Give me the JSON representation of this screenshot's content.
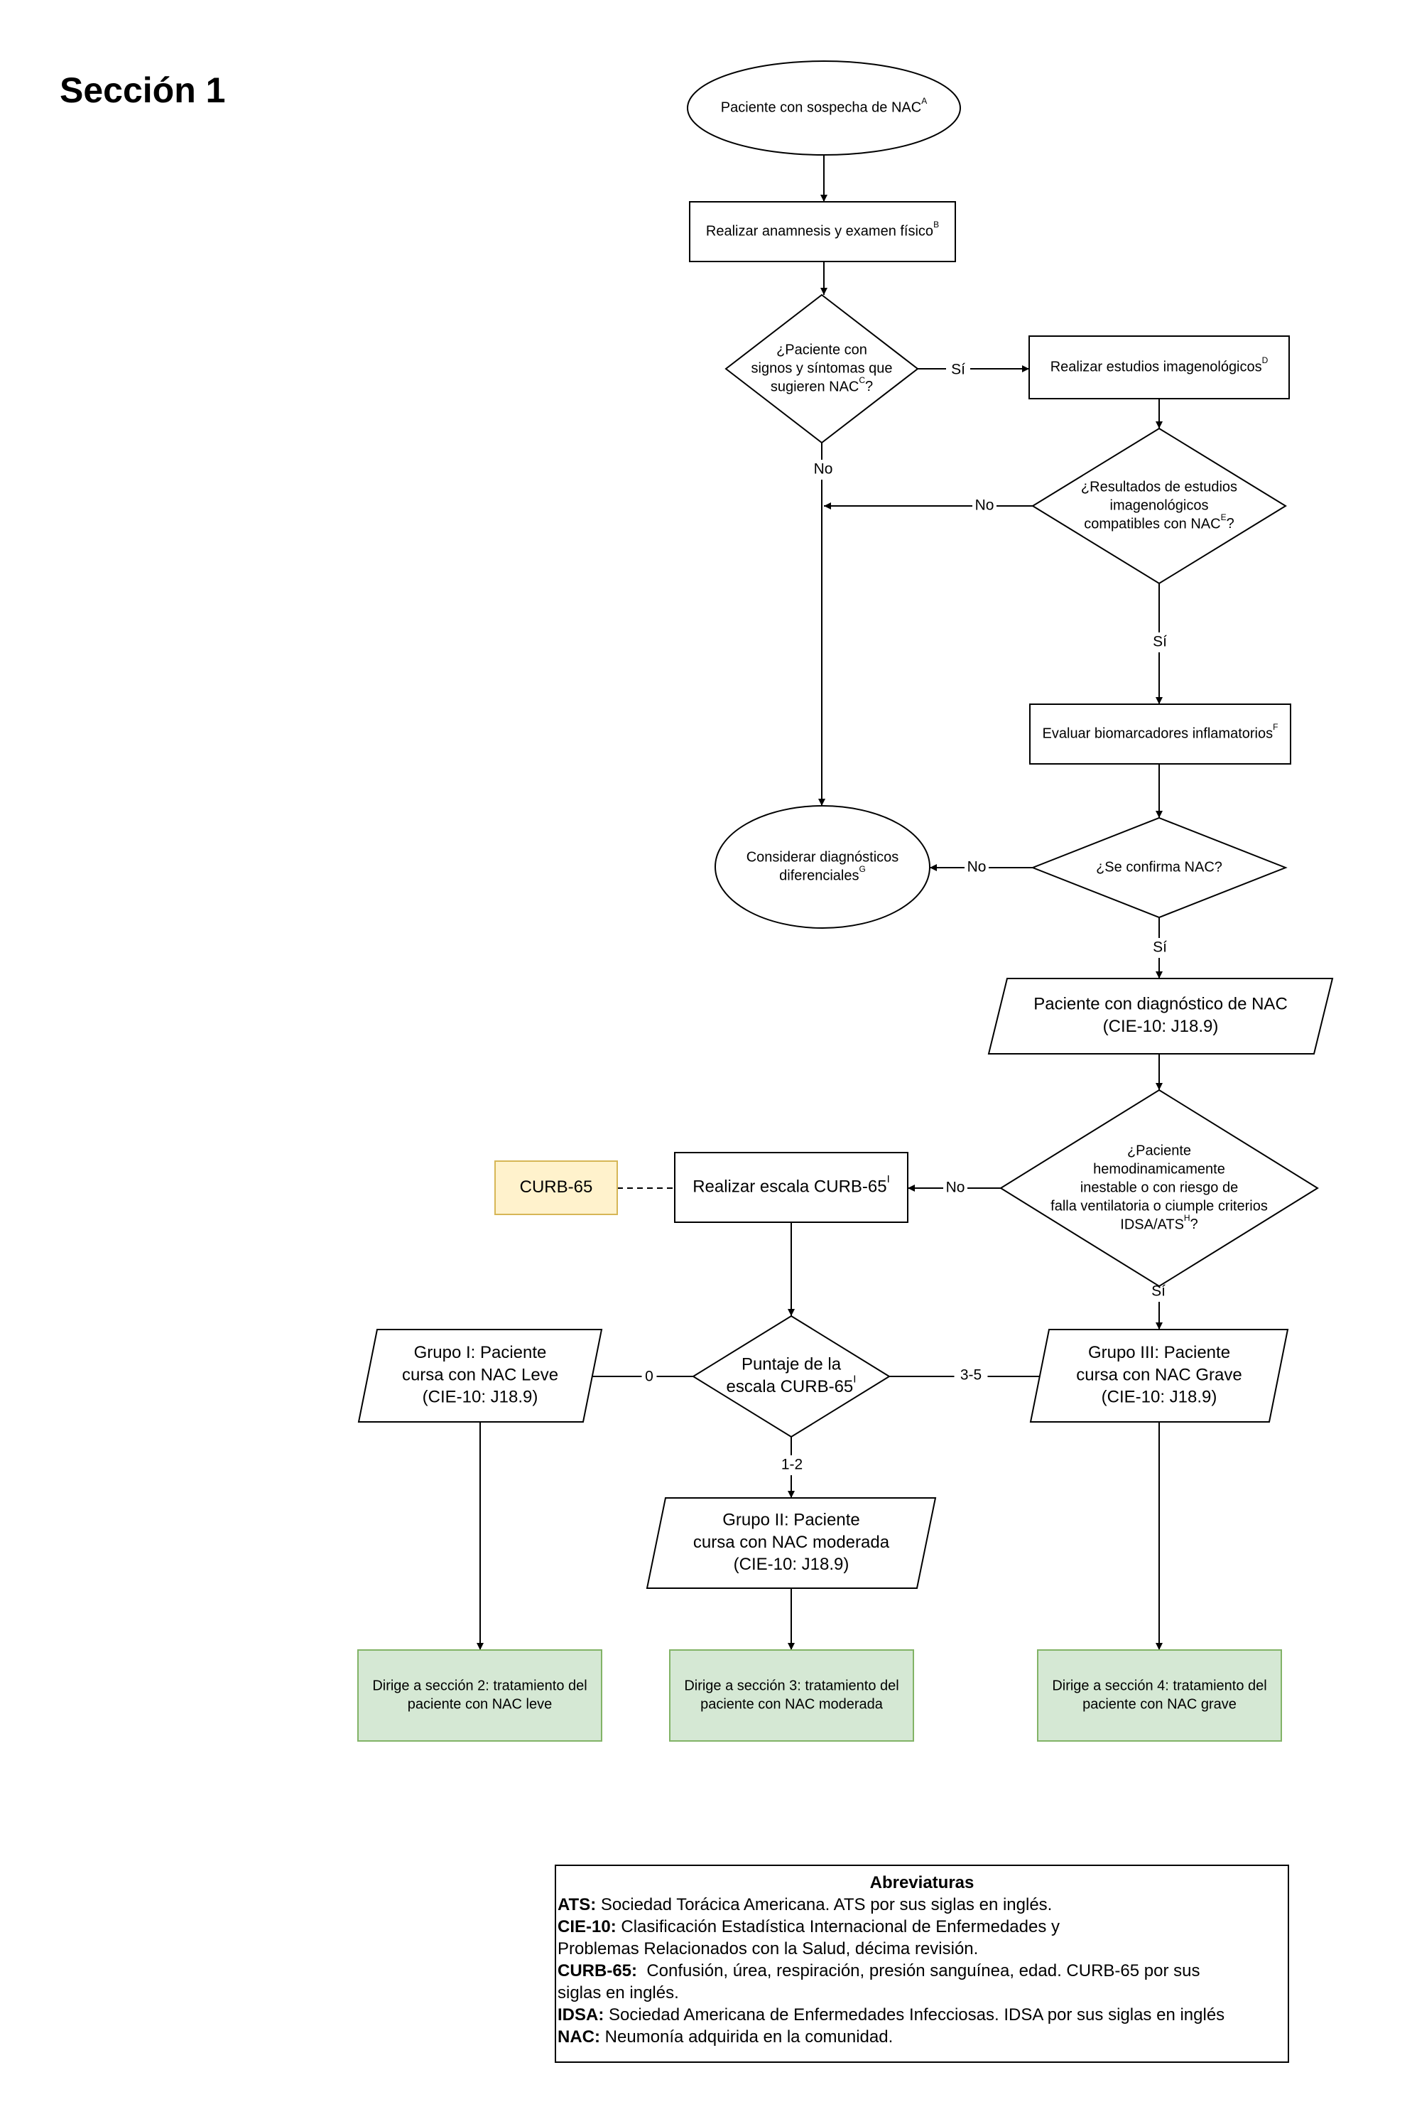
{
  "section_title": "Sección 1",
  "nodes": {
    "start": {
      "lines": [
        "Paciente con sospecha de NAC"
      ],
      "sup": "A"
    },
    "anamnesis": {
      "lines": [
        "Realizar anamnesis y examen físico"
      ],
      "sup": "B"
    },
    "signs_decision": {
      "lines": [
        "¿Paciente con",
        "signos y síntomas que",
        "sugieren NAC"
      ],
      "sup": "C",
      "suffix": "?"
    },
    "imaging": {
      "lines": [
        "Realizar estudios imagenológicos"
      ],
      "sup": "D"
    },
    "imaging_decision": {
      "lines": [
        "¿Resultados de estudios",
        "imagenológicos",
        "compatibles con NAC"
      ],
      "sup": "E",
      "suffix": "?"
    },
    "biomarkers": {
      "lines": [
        "Evaluar biomarcadores inflamatorios"
      ],
      "sup": "F"
    },
    "confirm_decision": {
      "lines": [
        "¿Se confirma NAC?"
      ]
    },
    "differential": {
      "lines": [
        "Considerar diagnósticos",
        "diferenciales"
      ],
      "sup": "G"
    },
    "diagnosis": {
      "lines": [
        "Paciente con diagnóstico de NAC",
        "(CIE-10: J18.9)"
      ]
    },
    "unstable_decision": {
      "lines": [
        "¿Paciente",
        "hemodinamicamente",
        "inestable o con riesgo de",
        "falla ventilatoria o ciumple criterios",
        "IDSA/ATS"
      ],
      "sup": "H",
      "suffix": "?"
    },
    "curb_scale": {
      "lines": [
        "Realizar escala CURB-65"
      ],
      "sup": "I"
    },
    "curb_ref": {
      "lines": [
        "CURB-65"
      ]
    },
    "score_decision": {
      "lines": [
        "Puntaje de la",
        "escala CURB-65"
      ],
      "sup": "I"
    },
    "group1": {
      "lines": [
        "Grupo I: Paciente",
        "cursa con NAC Leve",
        "(CIE-10: J18.9)"
      ]
    },
    "group2": {
      "lines": [
        "Grupo II: Paciente",
        "cursa con NAC moderada",
        "(CIE-10: J18.9)"
      ]
    },
    "group3": {
      "lines": [
        "Grupo III: Paciente",
        "cursa con NAC Grave",
        "(CIE-10: J18.9)"
      ]
    },
    "sec2": {
      "lines": [
        "Dirige a sección 2: tratamiento del",
        "paciente con NAC leve"
      ]
    },
    "sec3": {
      "lines": [
        "Dirige a sección 3: tratamiento del",
        "paciente con NAC moderada"
      ]
    },
    "sec4": {
      "lines": [
        "Dirige a sección 4: tratamiento del",
        "paciente con NAC grave"
      ]
    }
  },
  "edge_labels": {
    "si_imaging": "Sí",
    "no_signs": "No",
    "no_imaging": "No",
    "si_biomarkers": "Sí",
    "no_confirm": "No",
    "si_diagnosis": "Sí",
    "no_unstable": "No",
    "si_unstable": "Sí",
    "score_0": "0",
    "score_3_5": "3-5",
    "score_1_2": "1-2"
  },
  "abbreviations": {
    "title": "Abreviaturas",
    "items": [
      {
        "term": "ATS:",
        "lines": [
          " Sociedad Torácica Americana. ATS por sus siglas en inglés."
        ]
      },
      {
        "term": "CIE-10:",
        "lines": [
          " Clasificación Estadística Internacional de Enfermedades y",
          "Problemas Relacionados con la Salud, décima revisión."
        ]
      },
      {
        "term": "CURB-65:",
        "lines": "  Confusión, úrea, respiración, presión sanguínea, edad. CURB-65 por sus|siglas en inglés."
      },
      {
        "term": "IDSA:",
        "lines": [
          " Sociedad Americana de Enfermedades Infecciosas. IDSA por sus siglas en inglés"
        ]
      },
      {
        "term": "NAC:",
        "lines": [
          " Neumonía adquirida en la comunidad."
        ]
      }
    ]
  },
  "colors": {
    "stroke": "#000000",
    "curb_fill": "#fff2cc",
    "curb_stroke": "#d6b656",
    "green_fill": "#d5e8d4",
    "green_stroke": "#82b366"
  }
}
